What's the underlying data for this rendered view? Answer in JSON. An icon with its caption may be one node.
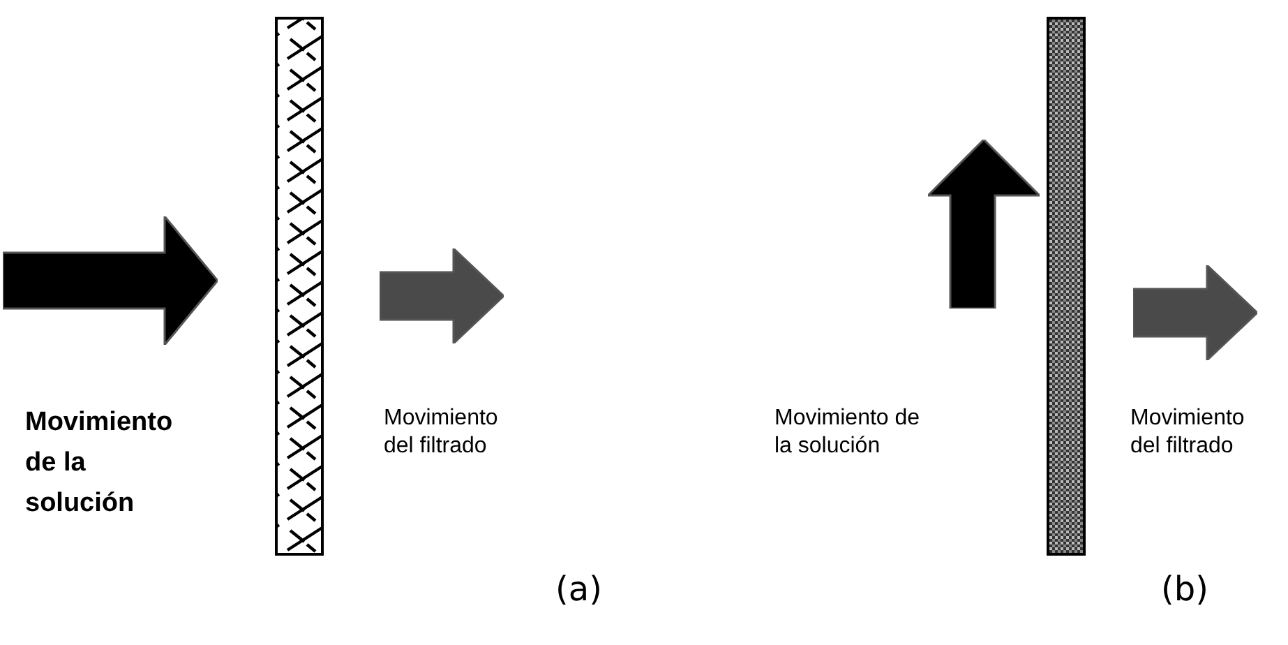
{
  "diagram": {
    "nodes": [
      {
        "text": [],
        "shape": "bar"
      },
      {
        "text": [],
        "shape": "bar"
      }
    ],
    "labels": [
      "Movimiento de la solución",
      "Movimiento del filtrado",
      "(a)",
      "Movimiento de la solución",
      "Movimiento del filtrado",
      "(b)"
    ]
  }
}
